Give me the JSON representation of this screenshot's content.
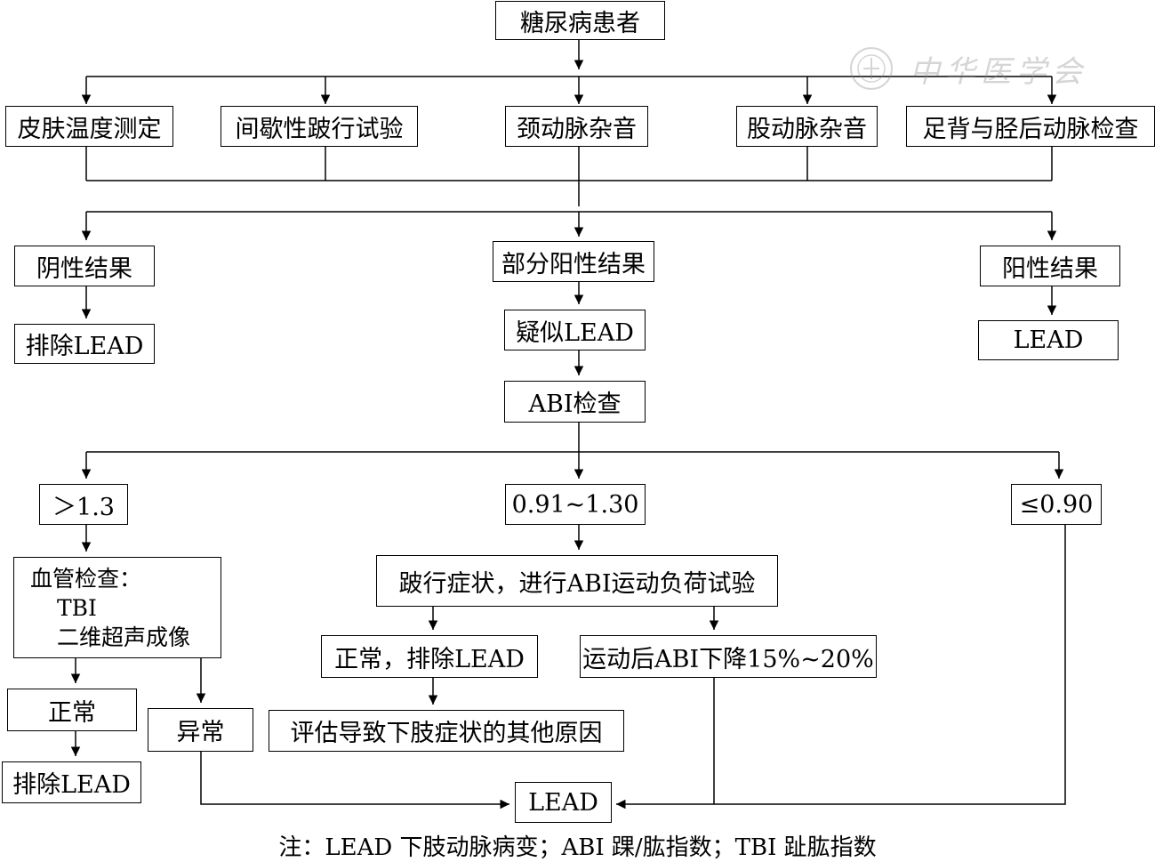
{
  "nodes": {
    "patient": "糖尿病患者",
    "skin_temp": "皮肤温度测定",
    "claudication_test": "间歇性跛行试验",
    "carotid_bruit": "颈动脉杂音",
    "femoral_bruit": "股动脉杂音",
    "pedal_exam": "足背与胫后动脉检查",
    "negative": "阴性结果",
    "partial_positive": "部分阳性结果",
    "positive": "阳性结果",
    "exclude_lead_1": "排除LEAD",
    "suspected_lead": "疑似LEAD",
    "lead_positive": "LEAD",
    "abi_exam": "ABI检查",
    "abi_gt": "＞1.3",
    "abi_mid": "0.91~1.30",
    "abi_le": "≤0.90",
    "vascular_exam_title": "血管检查：",
    "vascular_exam_tbi": "TBI",
    "vascular_exam_us": "二维超声成像",
    "claudication_exercise": "跛行症状，进行ABI运动负荷试验",
    "normal_exclude": "正常，排除LEAD",
    "abi_drop": "运动后ABI下降15%~20%",
    "normal": "正常",
    "abnormal": "异常",
    "evaluate_other": "评估导致下肢症状的其他原因",
    "exclude_lead_2": "排除LEAD",
    "lead_final": "LEAD"
  },
  "note": "注：LEAD 下肢动脉病变；ABI 踝/肱指数；TBI 趾肱指数",
  "watermark": {
    "text": "中华医学会",
    "icon": "society-seal-icon"
  }
}
